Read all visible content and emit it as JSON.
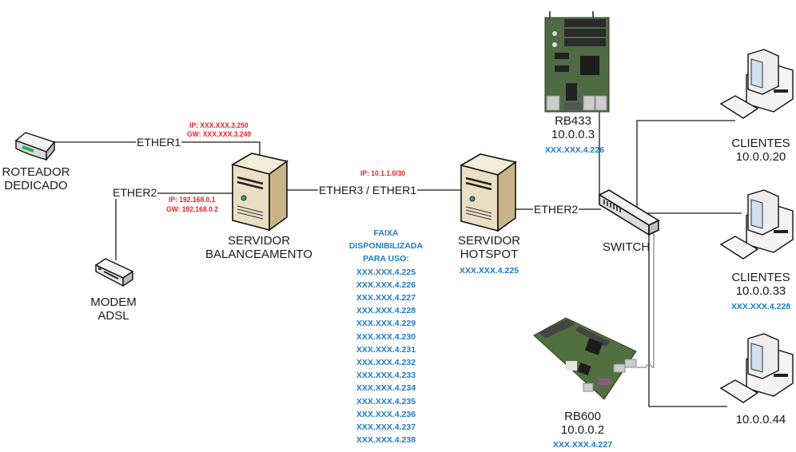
{
  "colors": {
    "line": "#1a1a1a",
    "ip_red": "#e8202a",
    "ip_blue": "#1f7ac6"
  },
  "nodes": {
    "router": {
      "icon": "router-icon",
      "label_line1": "ROTEADOR",
      "label_line2": "DEDICADO"
    },
    "modem": {
      "icon": "modem-icon",
      "label_line1": "MODEM",
      "label_line2": "ADSL"
    },
    "balancer": {
      "icon": "server-tower-icon",
      "label_line1": "SERVIDOR",
      "label_line2": "BALANCEAMENTO",
      "ether1_port": "ETHER1",
      "ether1_ip": "IP: XXX.XXX.3.250",
      "ether1_gw": "GW: XXX.XXX.3.249",
      "ether2_port": "ETHER2",
      "ether2_ip": "IP: 192.168.0.1",
      "ether2_gw": "GW: 192.168.0.2"
    },
    "link_balancer_hotspot": {
      "port": "ETHER3 / ETHER1",
      "ip": "IP: 10.1.1.0/30"
    },
    "hotspot": {
      "icon": "server-tower-icon",
      "label_line1": "SERVIDOR",
      "label_line2": "HOTSPOT",
      "public_ip": "XXX.XXX.4.225",
      "ether2_port": "ETHER2"
    },
    "switch": {
      "icon": "network-switch-icon",
      "label": "SWITCH"
    },
    "rb433": {
      "icon": "routerboard-icon",
      "label": "RB433",
      "ip": "10.0.0.3",
      "public_ip": "XXX.XXX.4.226"
    },
    "rb600": {
      "icon": "routerboard-icon",
      "label": "RB600",
      "ip": "10.0.0.2",
      "public_ip": "XXX.XXX.4.227"
    },
    "client1": {
      "icon": "desktop-computer-icon",
      "label": "CLIENTES",
      "ip": "10.0.0.20"
    },
    "client2": {
      "icon": "desktop-computer-icon",
      "label": "CLIENTES",
      "ip": "10.0.0.33",
      "public_ip": "XXX.XXX.4.228"
    },
    "client3": {
      "icon": "desktop-computer-icon",
      "ip": "10.0.0.44"
    }
  },
  "ip_range": {
    "title_line1": "FAIXA",
    "title_line2": "DISPONIBILIZADA",
    "title_line3": "PARA USO:",
    "addresses": [
      "XXX.XXX.4.225",
      "XXX.XXX.4.226",
      "XXX.XXX.4.227",
      "XXX.XXX.4.228",
      "XXX.XXX.4.229",
      "XXX.XXX.4.230",
      "XXX.XXX.4.231",
      "XXX.XXX.4.232",
      "XXX.XXX.4.233",
      "XXX.XXX.4.234",
      "XXX.XXX.4.235",
      "XXX.XXX.4.236",
      "XXX.XXX.4.237",
      "XXX.XXX.4.238"
    ]
  }
}
